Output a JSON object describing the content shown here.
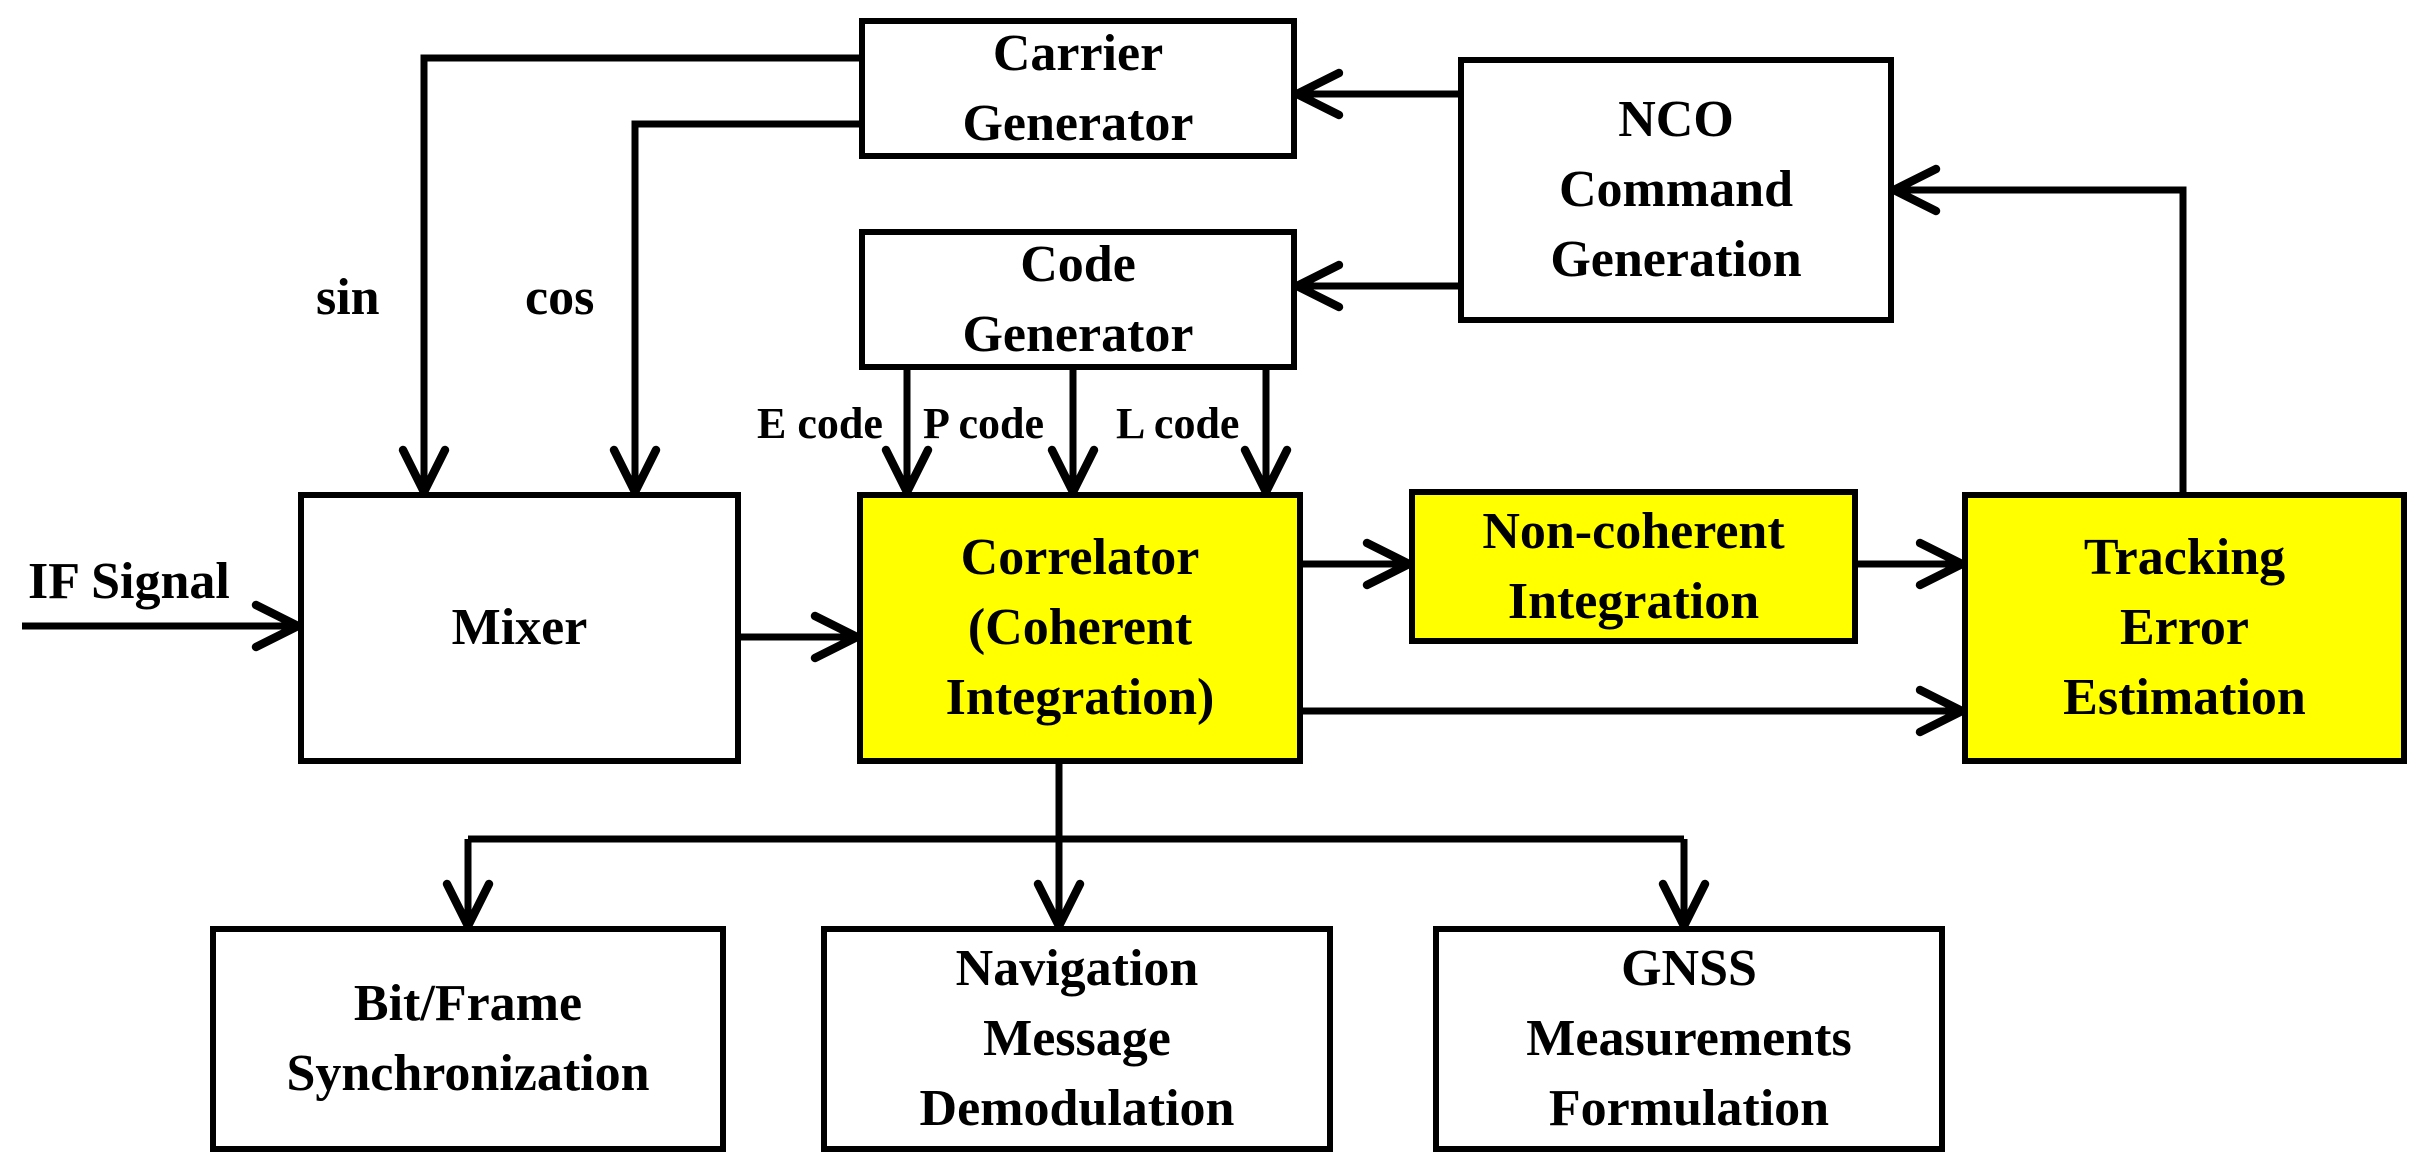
{
  "colors": {
    "highlight": "#ffff00",
    "stroke": "#000000",
    "background": "#ffffff"
  },
  "blocks": {
    "carrier_generator": [
      "Carrier",
      "Generator"
    ],
    "nco_command_generation": [
      "NCO",
      "Command",
      "Generation"
    ],
    "code_generator": [
      "Code",
      "Generator"
    ],
    "mixer": [
      "Mixer"
    ],
    "correlator": [
      "Correlator",
      "(Coherent",
      "Integration)"
    ],
    "non_coherent_integration": [
      "Non-coherent",
      "Integration"
    ],
    "tracking_error_estimation": [
      "Tracking",
      "Error",
      "Estimation"
    ],
    "bit_frame_sync": [
      "Bit/Frame",
      "Synchronization"
    ],
    "nav_message_demod": [
      "Navigation",
      "Message",
      "Demodulation"
    ],
    "gnss_measurements": [
      "GNSS",
      "Measurements",
      "Formulation"
    ]
  },
  "labels": {
    "sin": "sin",
    "cos": "cos",
    "e_code": "E code",
    "p_code": "P code",
    "l_code": "L code",
    "if_signal": "IF Signal"
  }
}
